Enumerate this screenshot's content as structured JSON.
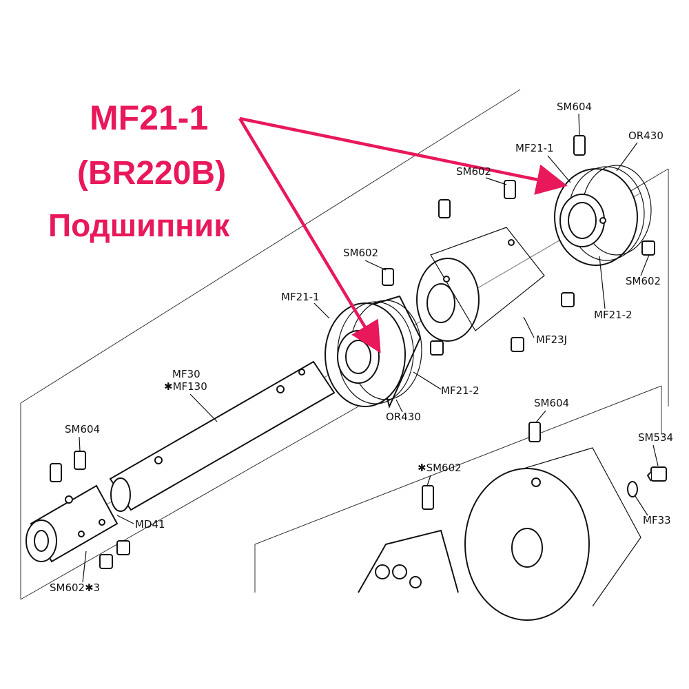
{
  "callout": {
    "line1": "MF21-1",
    "line2": "(BR220B)",
    "line3": "Подшипник",
    "color": "#e8185a"
  },
  "labels": {
    "sm604_top": "SM604",
    "or430_top": "OR430",
    "mf21_1_top": "MF21-1",
    "sm602_top_hidden": "SM602",
    "sm602_right": "SM602",
    "mf21_2_right": "MF21-2",
    "mf23j": "MF23J",
    "sm602_mid": "SM602",
    "mf21_1_mid": "MF21-1",
    "mf21_2_mid": "MF21-2",
    "or430_mid": "OR430",
    "mf30": "MF30",
    "mf130": "✱MF130",
    "sm604_left": "SM604",
    "md41": "MD41",
    "sm602x3": "SM602✱3",
    "sm604_bottom": "SM604",
    "sm534": "SM534",
    "sm602_bottom": "✱SM602",
    "mf33": "MF33"
  }
}
